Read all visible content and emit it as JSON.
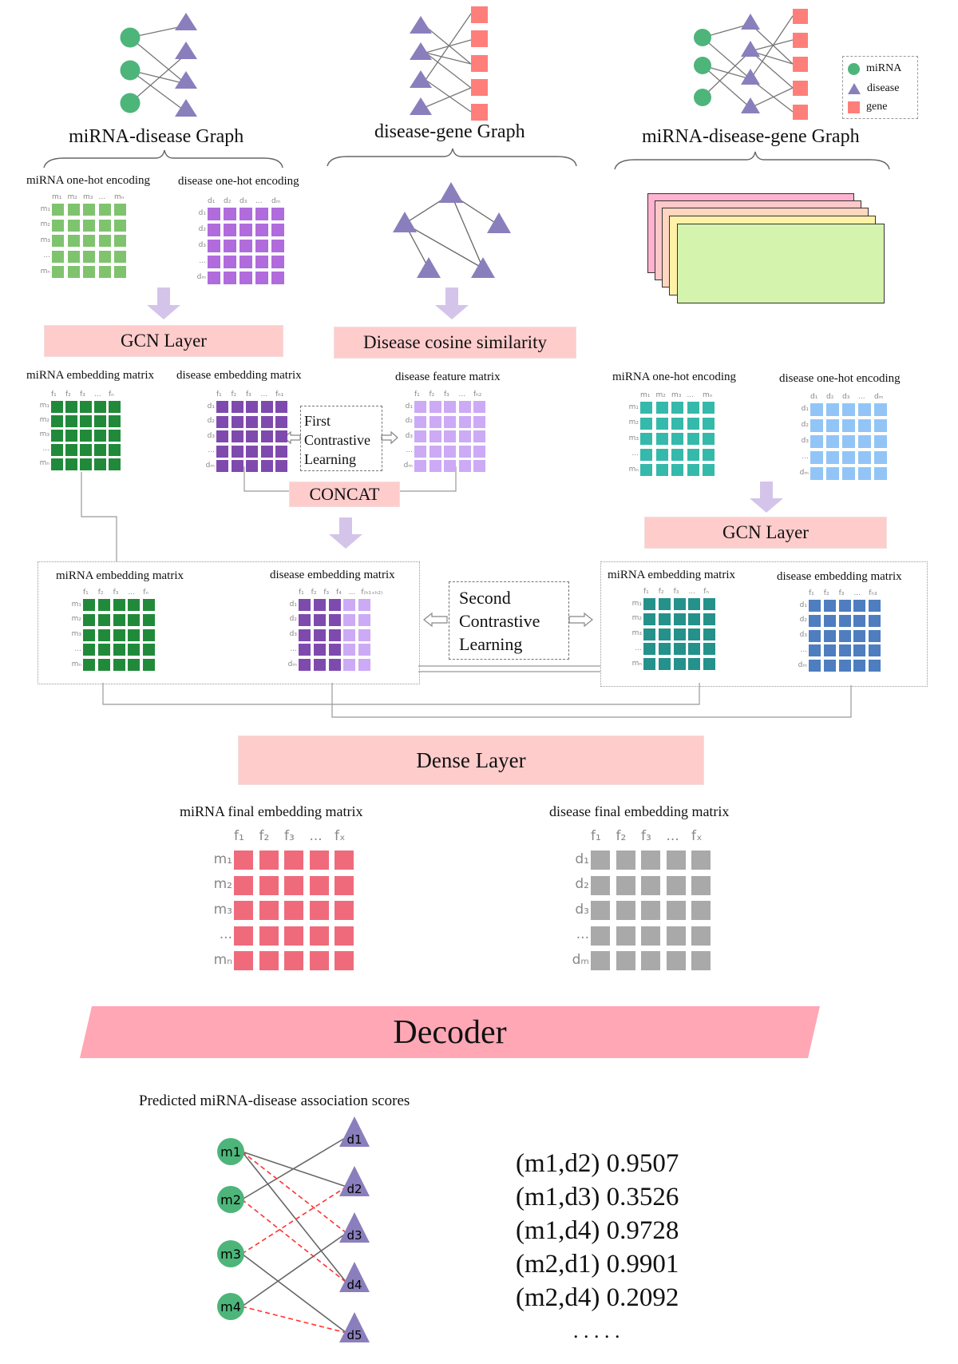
{
  "colors": {
    "mirna_node": "#4db57a",
    "disease_node": "#8a7fbc",
    "gene_node": "#fe7f7a",
    "pink_box": "#ffcccc",
    "decoder_box": "#ffa7b5",
    "arrow": "#d4c4ea",
    "mirna_onehot": "#7fc36e",
    "disease_onehot": "#b06bdc",
    "mirna_embed": "#218a3a",
    "disease_embed": "#7f4aae",
    "disease_feature": "#ccaaf5",
    "mirna_onehot_2": "#35b9aa",
    "disease_onehot_2": "#92c5f5",
    "mirna_embed_2": "#25918b",
    "disease_embed_2": "#4e7dc0",
    "mirna_final": "#ef6b7b",
    "disease_final": "#a9a9a9",
    "dashed_edge": "#ff3333",
    "solid_edge": "#666666"
  },
  "graphs": {
    "mirna_disease": {
      "title": "miRNA-disease Graph"
    },
    "disease_gene": {
      "title": "disease-gene Graph"
    },
    "mirna_disease_gene": {
      "title": "miRNA-disease-gene Graph"
    }
  },
  "legend": {
    "items": [
      {
        "shape": "circle",
        "label": "miRNA"
      },
      {
        "shape": "triangle",
        "label": "disease"
      },
      {
        "shape": "square",
        "label": "gene"
      }
    ]
  },
  "branch1": {
    "mirna_onehot": {
      "title": "miRNA one-hot encoding",
      "cols": [
        "m₁",
        "m₂",
        "m₃",
        "...",
        "mₙ"
      ],
      "rows": [
        "m₁",
        "m₂",
        "m₃",
        "...",
        "mₙ"
      ]
    },
    "disease_onehot": {
      "title": "disease one-hot encoding",
      "cols": [
        "d₁",
        "d₂",
        "d₃",
        "...",
        "dₘ"
      ],
      "rows": [
        "d₁",
        "d₂",
        "d₃",
        "...",
        "dₘ"
      ]
    },
    "gcn_layer": "GCN Layer",
    "mirna_embedding": {
      "title": "miRNA embedding  matrix",
      "cols": [
        "f₁",
        "f₂",
        "f₃",
        "...",
        "fₙ"
      ],
      "rows": [
        "m₁",
        "m₂",
        "m₃",
        "...",
        "mₙ"
      ]
    },
    "disease_embedding": {
      "title": "disease embedding  matrix",
      "cols": [
        "f₁",
        "f₂",
        "f₃",
        "...",
        "fₕ₁"
      ],
      "rows": [
        "d₁",
        "d₂",
        "d₃",
        "...",
        "dₘ"
      ]
    }
  },
  "branch2": {
    "cosine_similarity": "Disease cosine similarity",
    "disease_feature": {
      "title": "disease feature matrix",
      "cols": [
        "f₁",
        "f₂",
        "f₃",
        "...",
        "fₕ₂"
      ],
      "rows": [
        "d₁",
        "d₂",
        "d₃",
        "...",
        "dₘ"
      ]
    }
  },
  "first_contrastive": {
    "lines": [
      "First",
      "Contrastive",
      "Learning"
    ]
  },
  "concat": "CONCAT",
  "branch3": {
    "mirna_onehot": {
      "title": "miRNA  one-hot encoding",
      "cols": [
        "m₁",
        "m₂",
        "m₃",
        "...",
        "mₙ"
      ],
      "rows": [
        "m₁",
        "m₂",
        "m₃",
        "...",
        "mₙ"
      ]
    },
    "disease_onehot": {
      "title": "disease one-hot encoding",
      "cols": [
        "d₁",
        "d₂",
        "d₃",
        "...",
        "dₘ"
      ],
      "rows": [
        "d₁",
        "d₂",
        "d₃",
        "...",
        "dₘ"
      ]
    },
    "gcn_layer": "GCN Layer"
  },
  "view1": {
    "mirna_embedding": {
      "title": "miRNA  embedding  matrix",
      "cols": [
        "f₁",
        "f₂",
        "f₃",
        "...",
        "fₙ"
      ],
      "rows": [
        "m₁",
        "m₂",
        "m₃",
        "...",
        "mₙ"
      ]
    },
    "disease_embedding": {
      "title": "disease embedding  matrix",
      "cols": [
        "f₁",
        "f₂",
        "f₃",
        "f₄",
        "...",
        "f₍ₕ₁₊ₕ₂₎"
      ],
      "rows": [
        "d₁",
        "d₂",
        "d₃",
        "...",
        "dₘ"
      ]
    }
  },
  "view2": {
    "mirna_embedding": {
      "title": "miRNA  embedding  matrix",
      "cols": [
        "f₁",
        "f₂",
        "f₃",
        "...",
        "fₙ"
      ],
      "rows": [
        "m₁",
        "m₂",
        "m₃",
        "...",
        "mₙ"
      ]
    },
    "disease_embedding": {
      "title": "disease embedding  matrix",
      "cols": [
        "f₁",
        "f₂",
        "f₃",
        "...",
        "fₕ₃"
      ],
      "rows": [
        "d₁",
        "d₂",
        "d₃",
        "...",
        "dₘ"
      ]
    }
  },
  "second_contrastive": {
    "lines": [
      "Second",
      "Contrastive",
      "Learning"
    ]
  },
  "dense_layer": "Dense Layer",
  "final": {
    "mirna": {
      "title": "miRNA  final  embedding   matrix",
      "cols": [
        "f₁",
        "f₂",
        "f₃",
        "...",
        "fₓ"
      ],
      "rows": [
        "m₁",
        "m₂",
        "m₃",
        "...",
        "mₙ"
      ]
    },
    "disease": {
      "title": "disease  final  embedding   matrix",
      "cols": [
        "f₁",
        "f₂",
        "f₃",
        "...",
        "fₓ"
      ],
      "rows": [
        "d₁",
        "d₂",
        "d₃",
        "...",
        "dₘ"
      ]
    }
  },
  "decoder": "Decoder",
  "prediction": {
    "title": "Predicted miRNA-disease association scores",
    "mirnas": [
      "m1",
      "m2",
      "m3",
      "m4"
    ],
    "diseases": [
      "d1",
      "d2",
      "d3",
      "d4",
      "d5"
    ],
    "known_edges": [
      [
        "m1",
        "d2"
      ],
      [
        "m1",
        "d4"
      ],
      [
        "m2",
        "d1"
      ],
      [
        "m3",
        "d5"
      ],
      [
        "m4",
        "d3"
      ]
    ],
    "predicted_edges": [
      [
        "m1",
        "d3"
      ],
      [
        "m2",
        "d4"
      ],
      [
        "m3",
        "d2"
      ],
      [
        "m4",
        "d5"
      ]
    ],
    "scores": [
      {
        "pair": "(m1,d2)",
        "score": "0.9507"
      },
      {
        "pair": "(m1,d3)",
        "score": "0.3526"
      },
      {
        "pair": "(m1,d4)",
        "score": "0.9728"
      },
      {
        "pair": "(m2,d1)",
        "score": "0.9901"
      },
      {
        "pair": "(m2,d4)",
        "score": "0.2092"
      }
    ],
    "ellipsis": ". . . . ."
  }
}
